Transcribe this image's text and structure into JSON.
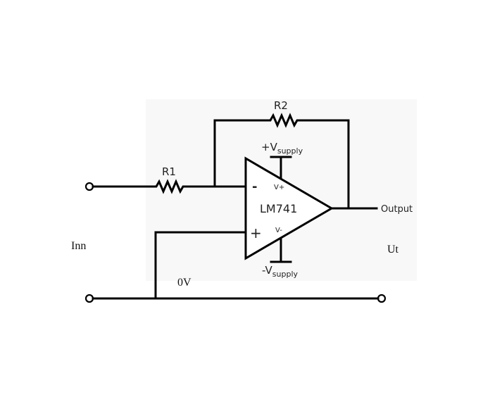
{
  "circuit": {
    "r1_label": "R1",
    "r2_label": "R2",
    "opamp_label": "LM741",
    "vplus_pin": "V+",
    "vminus_pin": "V-",
    "inv_sign": "-",
    "noninv_sign": "+",
    "vsupply_pos_prefix": "+V",
    "vsupply_neg_prefix": "-V",
    "supply_subscript": "supply",
    "output_label": "Output",
    "input_label": "Inn",
    "output_side_label": "Ut",
    "ground_label": "0V"
  },
  "colors": {
    "panel_background": "#f8f8f8",
    "wire": "#000000"
  }
}
